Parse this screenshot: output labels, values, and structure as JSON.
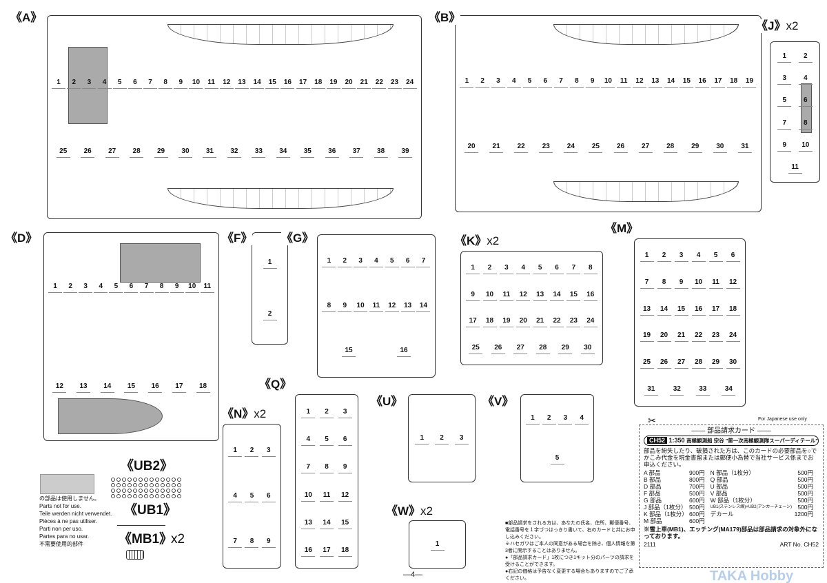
{
  "sprues": [
    {
      "id": "A",
      "label": "《A》",
      "mult": "",
      "parts": [
        "1",
        "2",
        "3",
        "4",
        "5",
        "6",
        "7",
        "8",
        "9",
        "10",
        "11",
        "12",
        "13",
        "14",
        "15",
        "16",
        "17",
        "18",
        "19",
        "20",
        "21",
        "22",
        "23",
        "24",
        "25",
        "26",
        "27",
        "28",
        "29",
        "30",
        "31",
        "32",
        "33",
        "34",
        "35",
        "36",
        "37",
        "38",
        "39"
      ]
    },
    {
      "id": "B",
      "label": "《B》",
      "mult": "",
      "parts": [
        "1",
        "2",
        "3",
        "4",
        "5",
        "6",
        "7",
        "8",
        "9",
        "10",
        "11",
        "12",
        "13",
        "14",
        "15",
        "16",
        "17",
        "18",
        "19",
        "20",
        "21",
        "22",
        "23",
        "24",
        "25",
        "26",
        "27",
        "28",
        "29",
        "30",
        "31"
      ]
    },
    {
      "id": "J",
      "label": "《J》",
      "mult": "x2",
      "parts": [
        "1",
        "2",
        "3",
        "4",
        "5",
        "6",
        "7",
        "8",
        "9",
        "10",
        "11"
      ]
    },
    {
      "id": "D",
      "label": "《D》",
      "mult": "",
      "parts": [
        "1",
        "2",
        "3",
        "4",
        "5",
        "6",
        "7",
        "8",
        "9",
        "10",
        "11",
        "12",
        "13",
        "14",
        "15",
        "16",
        "17",
        "18"
      ]
    },
    {
      "id": "F",
      "label": "《F》",
      "mult": "",
      "parts": [
        "1",
        "2"
      ]
    },
    {
      "id": "G",
      "label": "《G》",
      "mult": "",
      "parts": [
        "1",
        "2",
        "3",
        "4",
        "5",
        "6",
        "7",
        "8",
        "9",
        "10",
        "11",
        "12",
        "13",
        "14",
        "15",
        "16"
      ]
    },
    {
      "id": "K",
      "label": "《K》",
      "mult": "x2",
      "parts": [
        "1",
        "2",
        "3",
        "4",
        "5",
        "6",
        "7",
        "8",
        "9",
        "10",
        "11",
        "12",
        "13",
        "14",
        "15",
        "16",
        "17",
        "18",
        "19",
        "20",
        "21",
        "22",
        "23",
        "24",
        "25",
        "26",
        "27",
        "28",
        "29",
        "30"
      ]
    },
    {
      "id": "M",
      "label": "《M》",
      "mult": "",
      "parts": [
        "1",
        "2",
        "3",
        "4",
        "5",
        "6",
        "7",
        "8",
        "9",
        "10",
        "11",
        "12",
        "13",
        "14",
        "15",
        "16",
        "17",
        "18",
        "19",
        "20",
        "21",
        "22",
        "23",
        "24",
        "25",
        "26",
        "27",
        "28",
        "29",
        "30",
        "31",
        "32",
        "33",
        "34"
      ]
    },
    {
      "id": "N",
      "label": "《N》",
      "mult": "x2",
      "parts": [
        "1",
        "2",
        "3",
        "4",
        "5",
        "6",
        "7",
        "8",
        "9"
      ]
    },
    {
      "id": "Q",
      "label": "《Q》",
      "mult": "",
      "parts": [
        "1",
        "2",
        "3",
        "4",
        "5",
        "6",
        "7",
        "8",
        "9",
        "10",
        "11",
        "12",
        "13",
        "14",
        "15",
        "16",
        "17",
        "18"
      ]
    },
    {
      "id": "U",
      "label": "《U》",
      "mult": "",
      "parts": [
        "1",
        "2",
        "3"
      ]
    },
    {
      "id": "V",
      "label": "《V》",
      "mult": "",
      "parts": [
        "1",
        "2",
        "3",
        "4",
        "5"
      ]
    },
    {
      "id": "W",
      "label": "《W》",
      "mult": "x2",
      "parts": [
        "1"
      ]
    }
  ],
  "extras": {
    "ub2": "《UB2》",
    "ub1": "《UB1》",
    "mb1": "《MB1》",
    "mb1_mult": "x2"
  },
  "legend": [
    "の部品は使用しません。",
    "Parts not for use.",
    "Teile werden nicht verwendet.",
    "Pièces à ne pas utiliser.",
    "Parti non per uso.",
    "Partes para no usar.",
    "不需要使用的部件"
  ],
  "notes": [
    "■部品請求をされる方は、あなたの氏名、住所、郵便番号、電話番号を１字づつはっきり書いて、右のカードと共にお申し込みください。",
    "※ハセガワはご本人の同意がある場合を除き、個人情報を第3者に開示することはありません。",
    "●「部品請求カード」1枚につき1キット分のパーツの請求を受けることができます。",
    "●右記の価格は予告なく変更する場合もありますのでご了承ください。"
  ],
  "card": {
    "for_japanese": "For Japanese use only",
    "title": "―― 部品請求カード ――",
    "code": "CH52",
    "scale": "1:350",
    "kit_name": "南極観測船 宗谷 \"第一次南極観測隊スーパーディテール\"",
    "intro": "部品を紛失したり、破損された方は、このカードの必要部品を○でかこみ代金を現金書留または郵便小為替で当社サービス係までお申込ください。",
    "rows": [
      [
        "A 部品",
        "900円",
        "N 部品（1枚分）",
        "500円"
      ],
      [
        "B 部品",
        "800円",
        "Q 部品",
        "500円"
      ],
      [
        "D 部品",
        "700円",
        "U 部品",
        "500円"
      ],
      [
        "F 部品",
        "500円",
        "V 部品",
        "500円"
      ],
      [
        "G 部品",
        "600円",
        "W 部品（1枚分）",
        "500円"
      ],
      [
        "J 部品（1枚分）",
        "500円",
        "UB1(ステンレス線)+UB2(アンカーチェーン)",
        "500円"
      ],
      [
        "K 部品（1枚分）",
        "600円",
        "デカール",
        "1200円"
      ],
      [
        "M 部品",
        "600円",
        "",
        ""
      ]
    ],
    "footnote": "※雪上車(MB1)、エッチング(MA179)部品は部品請求の対象外になっております。",
    "number": "2111",
    "art_no": "ART No. CH52"
  },
  "page_number": "—4—",
  "watermark": "TAKA Hobby"
}
